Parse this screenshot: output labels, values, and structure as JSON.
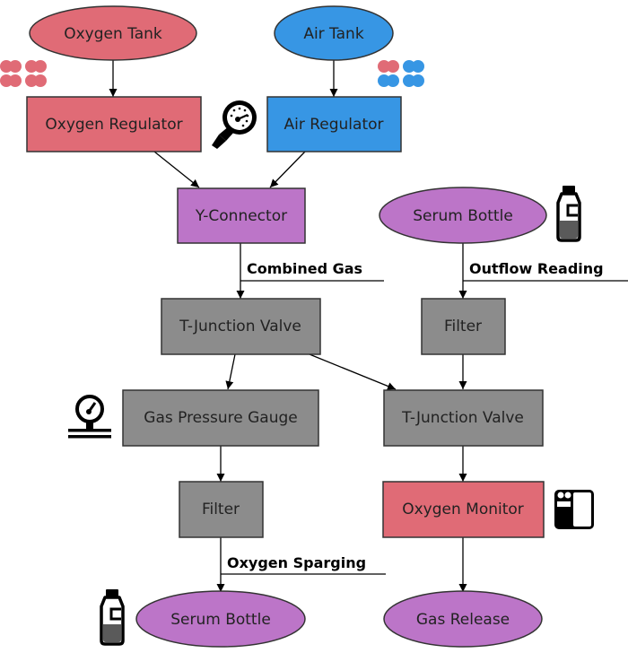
{
  "diagram": {
    "type": "flowchart",
    "colors": {
      "oxygen": "#e06b76",
      "air": "#3796e4",
      "vessel": "#bc75c8",
      "component": "#8c8c8c",
      "edge": "#000000"
    },
    "nodes": [
      {
        "id": "oxygen_tank",
        "label": "Oxygen Tank",
        "shape": "ellipse",
        "color": "oxygen"
      },
      {
        "id": "air_tank",
        "label": "Air Tank",
        "shape": "ellipse",
        "color": "air"
      },
      {
        "id": "oxygen_regulator",
        "label": "Oxygen Regulator",
        "shape": "rect",
        "color": "oxygen"
      },
      {
        "id": "air_regulator",
        "label": "Air Regulator",
        "shape": "rect",
        "color": "air"
      },
      {
        "id": "y_connector",
        "label": "Y-Connector",
        "shape": "rect",
        "color": "vessel"
      },
      {
        "id": "serum_bottle_top",
        "label": "Serum Bottle",
        "shape": "ellipse",
        "color": "vessel"
      },
      {
        "id": "t_junction_valve_1",
        "label": "T-Junction Valve",
        "shape": "rect",
        "color": "component"
      },
      {
        "id": "filter_right",
        "label": "Filter",
        "shape": "rect",
        "color": "component"
      },
      {
        "id": "gas_pressure_gauge",
        "label": "Gas Pressure Gauge",
        "shape": "rect",
        "color": "component"
      },
      {
        "id": "t_junction_valve_2",
        "label": "T-Junction Valve",
        "shape": "rect",
        "color": "component"
      },
      {
        "id": "filter_left",
        "label": "Filter",
        "shape": "rect",
        "color": "component"
      },
      {
        "id": "oxygen_monitor",
        "label": "Oxygen Monitor",
        "shape": "rect",
        "color": "oxygen"
      },
      {
        "id": "serum_bottle_bottom",
        "label": "Serum Bottle",
        "shape": "ellipse",
        "color": "vessel"
      },
      {
        "id": "gas_release",
        "label": "Gas Release",
        "shape": "ellipse",
        "color": "vessel"
      }
    ],
    "edges": [
      {
        "from": "oxygen_tank",
        "to": "oxygen_regulator",
        "label": ""
      },
      {
        "from": "air_tank",
        "to": "air_regulator",
        "label": ""
      },
      {
        "from": "oxygen_regulator",
        "to": "y_connector",
        "label": ""
      },
      {
        "from": "air_regulator",
        "to": "y_connector",
        "label": ""
      },
      {
        "from": "y_connector",
        "to": "t_junction_valve_1",
        "label": "Combined Gas"
      },
      {
        "from": "serum_bottle_top",
        "to": "filter_right",
        "label": "Outflow Reading"
      },
      {
        "from": "t_junction_valve_1",
        "to": "gas_pressure_gauge",
        "label": ""
      },
      {
        "from": "t_junction_valve_1",
        "to": "t_junction_valve_2",
        "label": ""
      },
      {
        "from": "filter_right",
        "to": "t_junction_valve_2",
        "label": ""
      },
      {
        "from": "gas_pressure_gauge",
        "to": "filter_left",
        "label": ""
      },
      {
        "from": "t_junction_valve_2",
        "to": "oxygen_monitor",
        "label": ""
      },
      {
        "from": "filter_left",
        "to": "serum_bottle_bottom",
        "label": "Oxygen Sparging"
      },
      {
        "from": "oxygen_monitor",
        "to": "gas_release",
        "label": ""
      }
    ],
    "icons": [
      {
        "name": "oxygen-molecules-icon",
        "near": "oxygen_tank"
      },
      {
        "name": "air-molecules-icon",
        "near": "air_tank"
      },
      {
        "name": "pressure-regulator-gauge-icon",
        "near": "oxygen_regulator"
      },
      {
        "name": "bottle-icon",
        "near": "serum_bottle_top"
      },
      {
        "name": "pressure-gauge-icon",
        "near": "gas_pressure_gauge"
      },
      {
        "name": "monitor-device-icon",
        "near": "oxygen_monitor"
      },
      {
        "name": "bottle-icon",
        "near": "serum_bottle_bottom"
      }
    ]
  }
}
